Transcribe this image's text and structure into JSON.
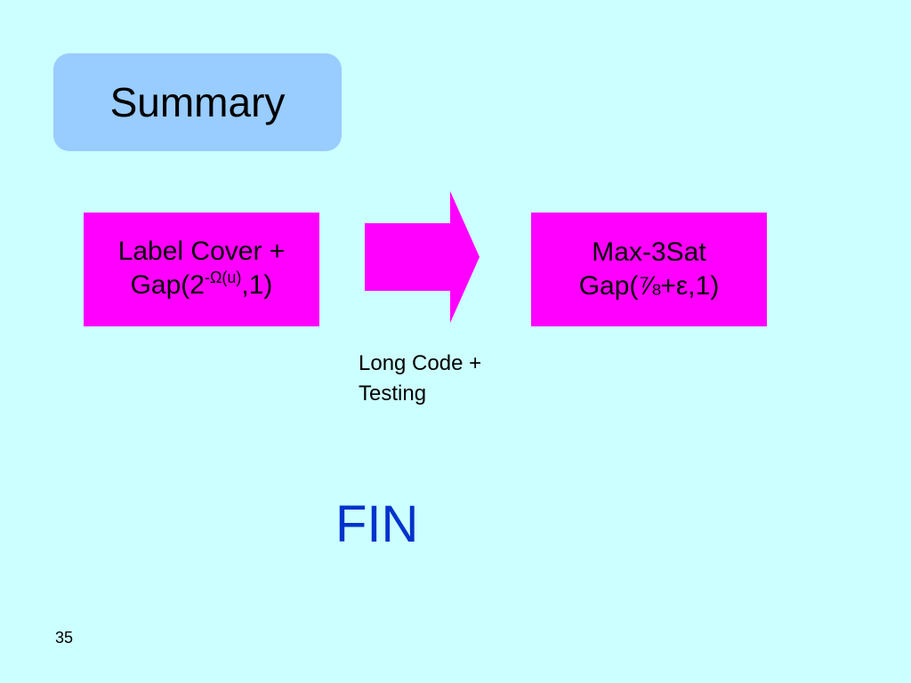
{
  "slide": {
    "title": "Summary",
    "page_number": "35",
    "fin": "FIN"
  },
  "left_box": {
    "line1": "Label Cover +",
    "line2_prefix": "Gap(2",
    "line2_sup": "-Ω(u)",
    "line2_suffix": ",1)"
  },
  "right_box": {
    "line1": "Max-3Sat",
    "line2": "Gap(⅞+ε,1)"
  },
  "arrow": {
    "label_line1": "Long Code +",
    "label_line2": "Testing",
    "color": "#ff00ff"
  },
  "colors": {
    "background": "#ccffff",
    "title_box": "#99ccff",
    "boxes": "#ff00ff",
    "fin_text": "#0033cc"
  }
}
